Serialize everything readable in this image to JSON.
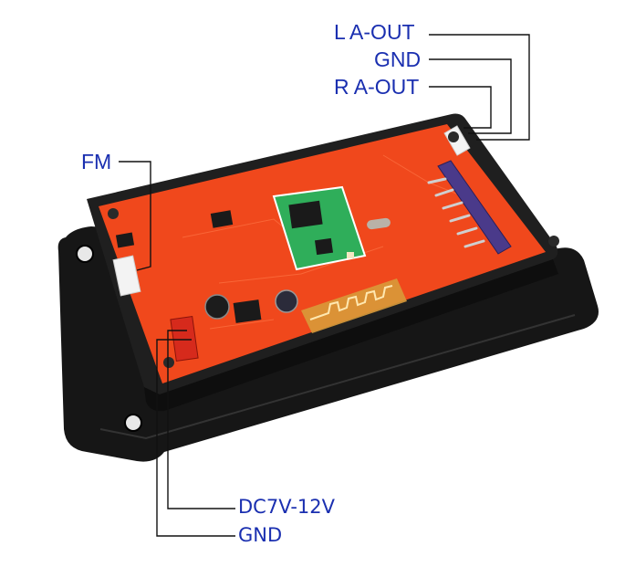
{
  "image": {
    "subject": "MP3 / Bluetooth decoder board module in black plastic mounting frame",
    "board_color": "#f0481c",
    "frame_color": "#1b1b1b",
    "module_color": "#2fae5a",
    "label_color": "#1a2fb0",
    "leader_line_color": "#111111"
  },
  "callouts": {
    "top_right": [
      {
        "label": "L A-OUT"
      },
      {
        "label": "GND"
      },
      {
        "label": "R A-OUT"
      }
    ],
    "left": {
      "label": "FM"
    },
    "bottom": [
      {
        "label": "DC7V-12V"
      },
      {
        "label": "GND"
      }
    ]
  }
}
